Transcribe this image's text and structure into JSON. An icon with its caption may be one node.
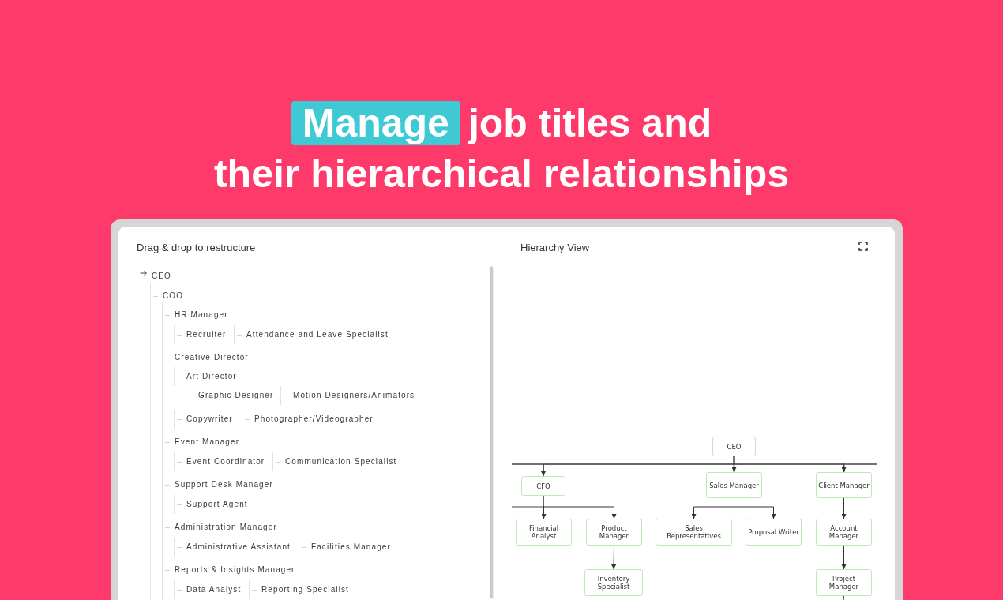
{
  "diagram": {
    "title": "Manage job titles and their hierarchical relationships",
    "nodes": [
      {
        "text": [
          "CEO"
        ]
      },
      {
        "text": [
          "CFO"
        ]
      },
      {
        "text": [
          "Sales Manager"
        ]
      },
      {
        "text": [
          "Client Manager"
        ]
      },
      {
        "text": [
          "Financial Analyst"
        ]
      },
      {
        "text": [
          "Product Manager"
        ]
      },
      {
        "text": [
          "Sales Representatives"
        ]
      },
      {
        "text": [
          "Proposal Writer"
        ]
      },
      {
        "text": [
          "Account Manager"
        ]
      },
      {
        "text": [
          "Inventory Specialist"
        ]
      },
      {
        "text": [
          "Project Manager"
        ]
      }
    ],
    "edges": [
      {
        "from": 0,
        "to": 1,
        "arrow": "to"
      },
      {
        "from": 0,
        "to": 2,
        "arrow": "to"
      },
      {
        "from": 0,
        "to": 3,
        "arrow": "to"
      },
      {
        "from": 1,
        "to": 4,
        "arrow": "to"
      },
      {
        "from": 1,
        "to": 5,
        "arrow": "to"
      },
      {
        "from": 2,
        "to": 6,
        "arrow": "to"
      },
      {
        "from": 2,
        "to": 7,
        "arrow": "to"
      },
      {
        "from": 3,
        "to": 8,
        "arrow": "to"
      },
      {
        "from": 8,
        "to": 10,
        "arrow": "to"
      },
      {
        "from": 5,
        "to": 9,
        "arrow": "to"
      },
      {
        "from": 10,
        "to": null,
        "arrow": "none"
      }
    ],
    "labels": [
      "Drag & drop to restructure",
      "Hierarchy View",
      "CEO",
      "COO",
      "HR Manager",
      "Recruiter",
      "Attendance and Leave Specialist",
      "Creative Director",
      "Art Director",
      "Graphic Designer",
      "Motion Designers/Animators",
      "Copywriter",
      "Photographer/Videographer",
      "Event Manager",
      "Event Coordinator",
      "Communication Specialist",
      "Support Desk Manager",
      "Support Agent",
      "Administration Manager",
      "Administrative Assistant",
      "Facilities Manager",
      "Reports & Insights Manager",
      "Data Analyst",
      "Reporting Specialist"
    ]
  }
}
